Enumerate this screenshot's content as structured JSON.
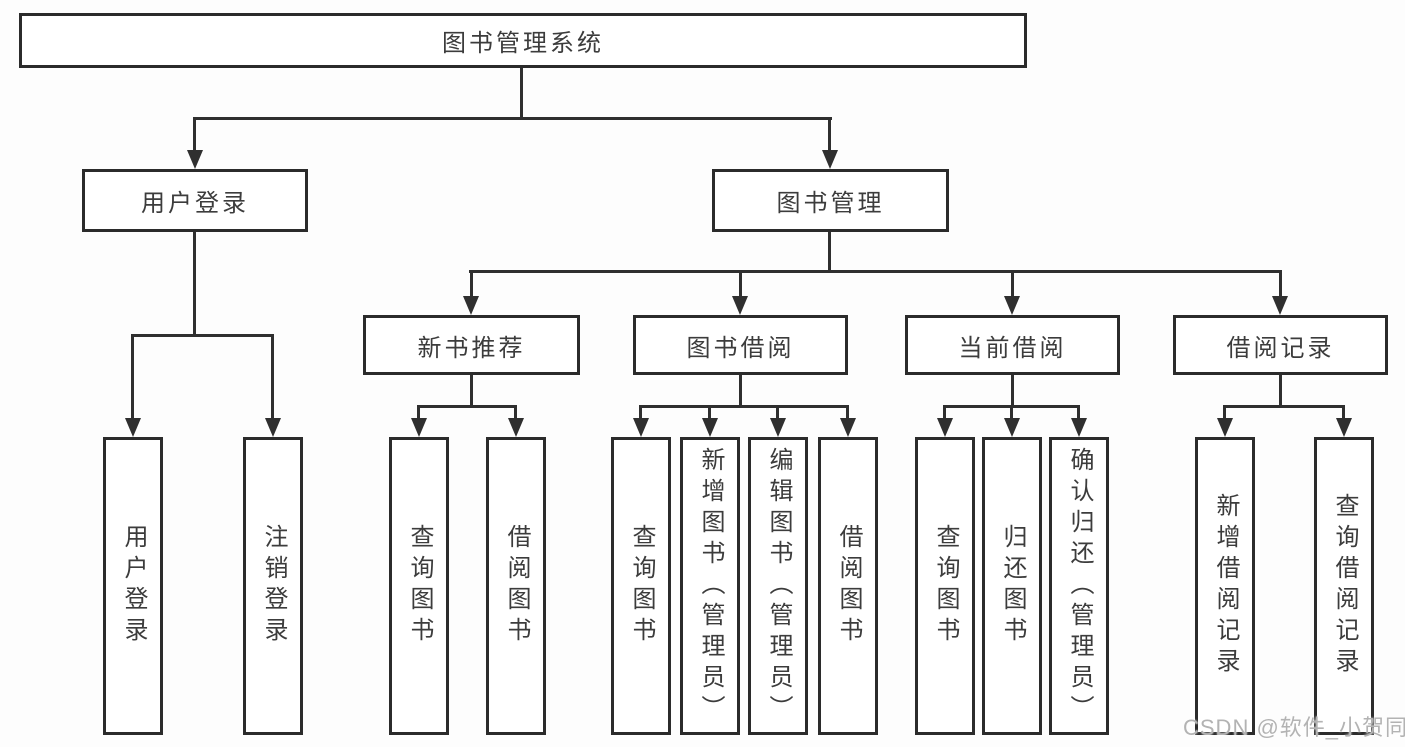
{
  "diagram": {
    "type": "hierarchy-tree",
    "title": "图书管理系统",
    "watermark": "CSDN @软件_小贺同学",
    "colors": {
      "line": "#2f2f2f",
      "box_border": "#2b2b2b",
      "text": "#3c3c3c",
      "box_background": "#ffffff",
      "page_background": "#fdfdfd",
      "watermark": "#b3b3b3"
    },
    "nodes": {
      "root": {
        "label": "图书管理系统"
      },
      "login": {
        "label": "用户登录"
      },
      "mgmt": {
        "label": "图书管理"
      },
      "newbook": {
        "label": "新书推荐"
      },
      "borrow": {
        "label": "图书借阅"
      },
      "current": {
        "label": "当前借阅"
      },
      "records": {
        "label": "借阅记录"
      },
      "user_login": {
        "label": "用户登录"
      },
      "logout": {
        "label": "注销登录"
      },
      "nb_query": {
        "label": "查询图书"
      },
      "nb_borrow": {
        "label": "借阅图书"
      },
      "bw_query": {
        "label": "查询图书"
      },
      "bw_add": {
        "label": "新增图书（管理员）"
      },
      "bw_edit": {
        "label": "编辑图书（管理员）"
      },
      "bw_borrow": {
        "label": "借阅图书"
      },
      "cu_query": {
        "label": "查询图书"
      },
      "cu_return": {
        "label": "归还图书"
      },
      "cu_confirm": {
        "label": "确认归还（管理员）"
      },
      "rc_add": {
        "label": "新增借阅记录"
      },
      "rc_query": {
        "label": "查询借阅记录"
      }
    },
    "hierarchy": [
      {
        "parent": "图书管理系统",
        "children": [
          "用户登录",
          "图书管理"
        ]
      },
      {
        "parent": "用户登录",
        "children": [
          "用户登录",
          "注销登录"
        ]
      },
      {
        "parent": "图书管理",
        "children": [
          "新书推荐",
          "图书借阅",
          "当前借阅",
          "借阅记录"
        ]
      },
      {
        "parent": "新书推荐",
        "children": [
          "查询图书",
          "借阅图书"
        ]
      },
      {
        "parent": "图书借阅",
        "children": [
          "查询图书",
          "新增图书（管理员）",
          "编辑图书（管理员）",
          "借阅图书"
        ]
      },
      {
        "parent": "当前借阅",
        "children": [
          "查询图书",
          "归还图书",
          "确认归还（管理员）"
        ]
      },
      {
        "parent": "借阅记录",
        "children": [
          "新增借阅记录",
          "查询借阅记录"
        ]
      }
    ]
  }
}
